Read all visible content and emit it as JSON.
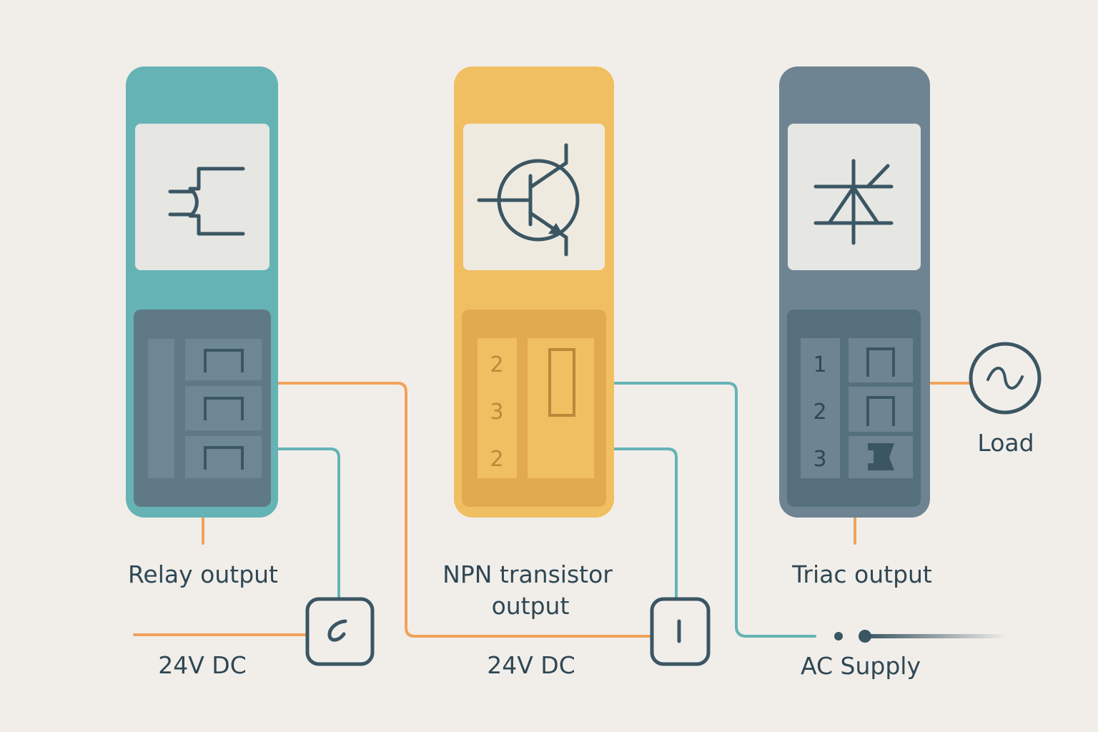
{
  "modules": {
    "relay": {
      "label": "Relay output",
      "body_color": "#65b3b5",
      "symbol": "relay-contact-icon",
      "terminal_numbers": []
    },
    "npn": {
      "label_line1": "NPN transistor",
      "label_line2": "output",
      "body_color": "#f0bf62",
      "symbol": "npn-transistor-icon",
      "terminal_numbers": [
        "2",
        "3",
        "2"
      ]
    },
    "triac": {
      "label": "Triac output",
      "body_color": "#6e8492",
      "symbol": "triac-icon",
      "terminal_numbers": [
        "1",
        "2",
        "3"
      ]
    }
  },
  "supplies": {
    "relay_supply": "24V DC",
    "npn_supply": "24V DC",
    "ac_supply": "AC Supply"
  },
  "load": {
    "label": "Load",
    "icon": "ac-sine-icon"
  },
  "colors": {
    "background": "#f1eeea",
    "wire_orange": "#f0a25a",
    "wire_teal": "#65b3b5",
    "ink": "#3b5663",
    "text": "#2f4753"
  }
}
